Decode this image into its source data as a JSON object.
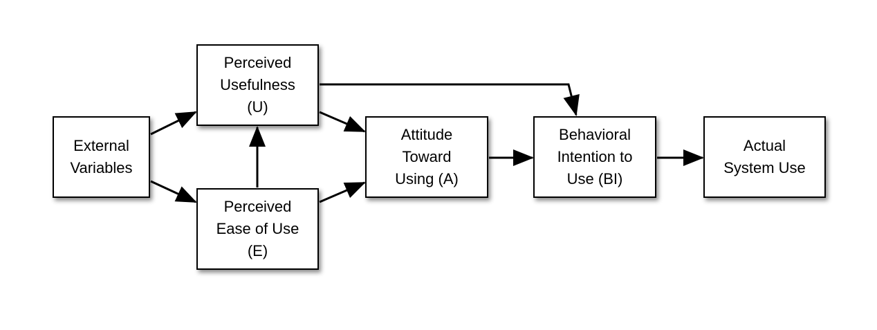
{
  "diagram": {
    "nodes": [
      {
        "id": "external",
        "label": "External\nVariables"
      },
      {
        "id": "usefulness",
        "label": "Perceived\nUsefulness\n(U)"
      },
      {
        "id": "ease",
        "label": "Perceived\nEase of Use\n(E)"
      },
      {
        "id": "attitude",
        "label": "Attitude\nToward\nUsing (A)"
      },
      {
        "id": "intention",
        "label": "Behavioral\nIntention to\nUse (BI)"
      },
      {
        "id": "actual",
        "label": "Actual\nSystem Use"
      }
    ],
    "edges": [
      {
        "from": "external",
        "to": "usefulness"
      },
      {
        "from": "external",
        "to": "ease"
      },
      {
        "from": "ease",
        "to": "usefulness"
      },
      {
        "from": "usefulness",
        "to": "attitude"
      },
      {
        "from": "ease",
        "to": "attitude"
      },
      {
        "from": "usefulness",
        "to": "intention"
      },
      {
        "from": "attitude",
        "to": "intention"
      },
      {
        "from": "intention",
        "to": "actual"
      }
    ]
  }
}
